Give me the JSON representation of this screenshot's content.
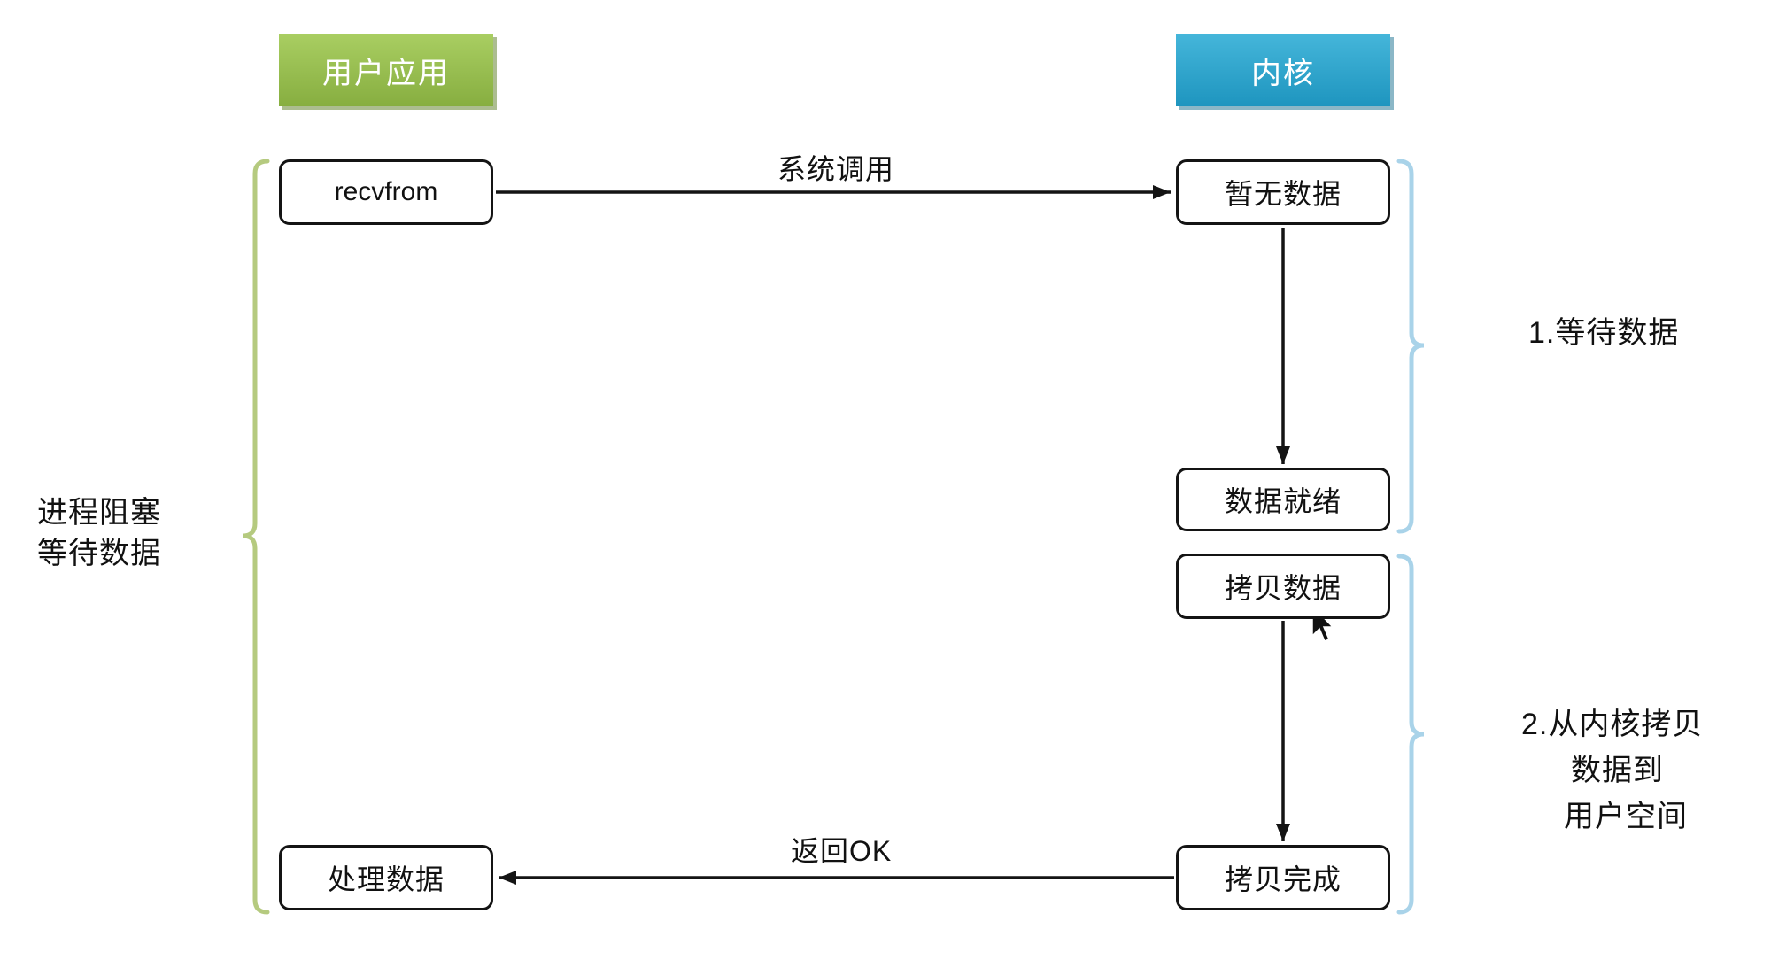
{
  "headers": {
    "user_app": "用户应用",
    "kernel": "内核"
  },
  "nodes": {
    "recvfrom": "recvfrom",
    "no_data": "暂无数据",
    "data_ready": "数据就绪",
    "copy_data": "拷贝数据",
    "copy_done": "拷贝完成",
    "process_data": "处理数据"
  },
  "edge_labels": {
    "syscall": "系统调用",
    "return_ok": "返回OK"
  },
  "annotations": {
    "left_line1": "进程阻塞",
    "left_line2": "等待数据",
    "step1": "1.等待数据",
    "step2_line1": "2.从内核拷贝",
    "step2_line2": "数据到",
    "step2_line3": "用户空间"
  },
  "colors": {
    "background": "#ffffff",
    "user_app_header": "#87ae40",
    "kernel_header": "#1e95bf",
    "node_border": "#141414",
    "arrow": "#141414",
    "left_brace": "#b5ca7f",
    "right_brace": "#a9d3e9"
  }
}
